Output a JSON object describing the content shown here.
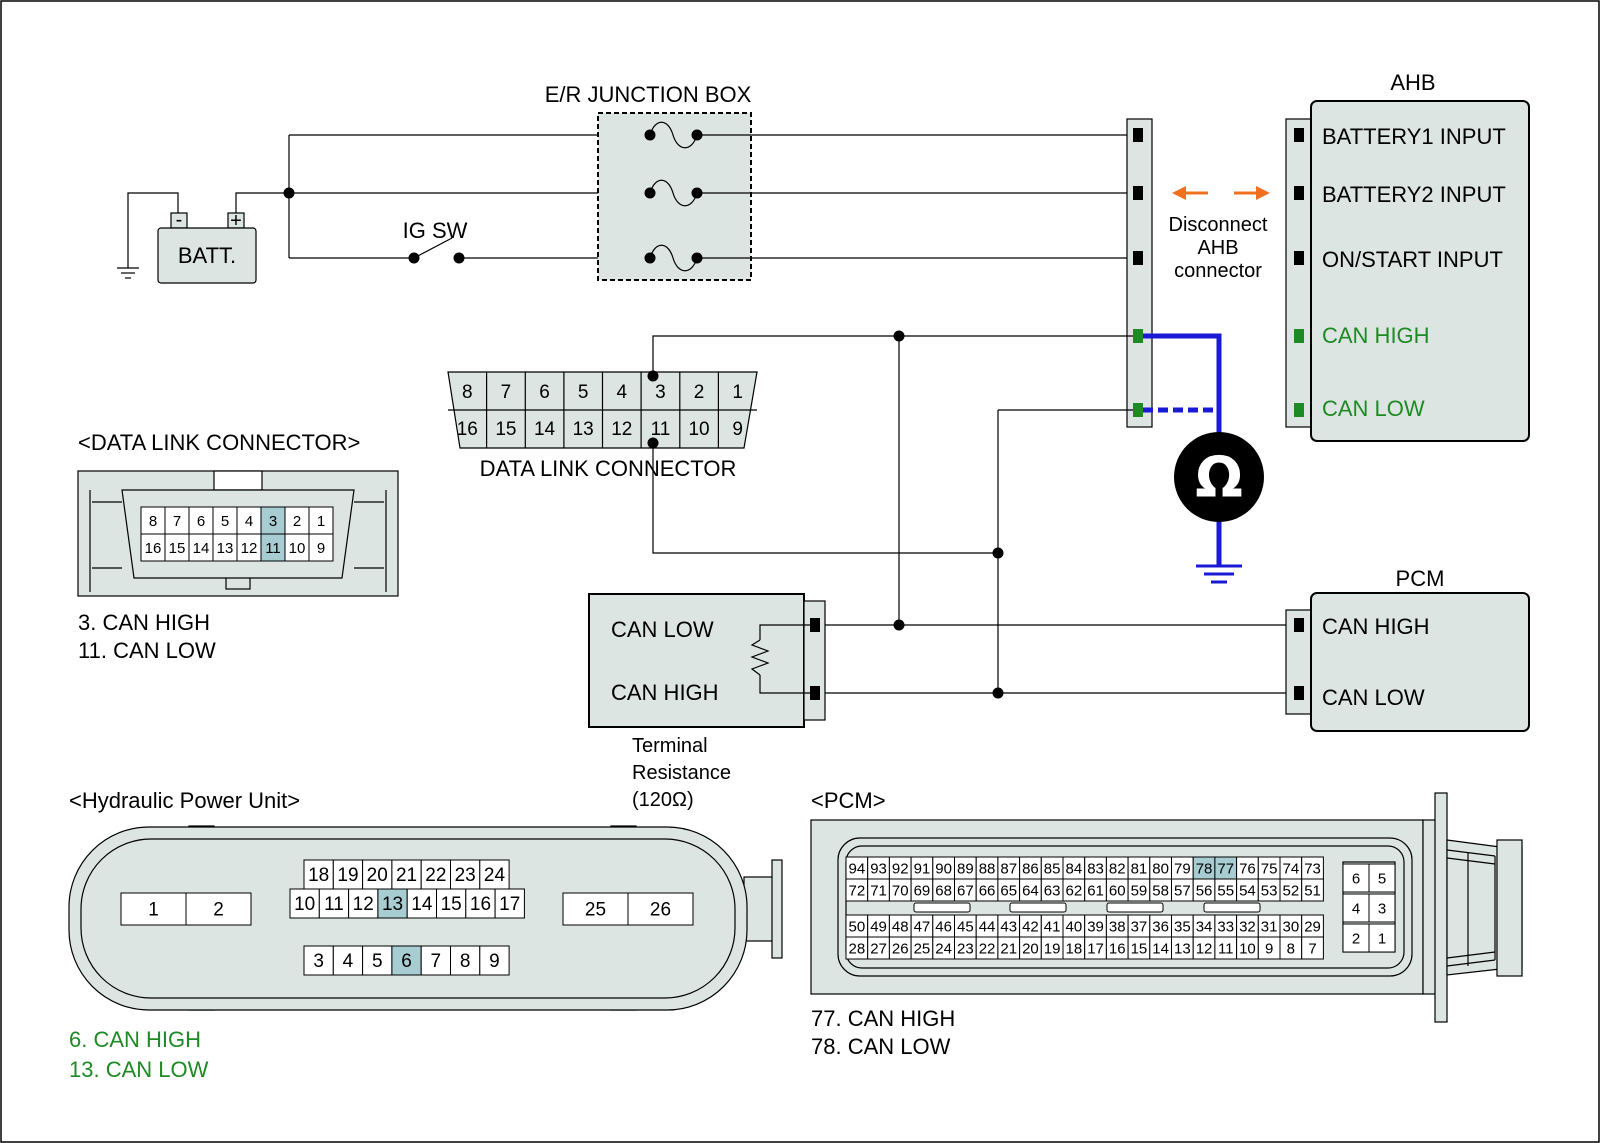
{
  "labels": {
    "er_junction_box": "E/R JUNCTION BOX",
    "batt": "BATT.",
    "batt_minus": "-",
    "batt_plus": "+",
    "ig_sw": "IG SW",
    "ahb_title": "AHB",
    "ahb_battery1": "BATTERY1 INPUT",
    "ahb_battery2": "BATTERY2 INPUT",
    "ahb_onstart": "ON/START INPUT",
    "ahb_can_high": "CAN HIGH",
    "ahb_can_low": "CAN LOW",
    "disconnect_line1": "Disconnect",
    "disconnect_line2": "AHB",
    "disconnect_line3": "connector",
    "ohm_symbol": "Ω",
    "dlc_center_title": "DATA LINK CONNECTOR",
    "dlc_left_title": "<DATA LINK CONNECTOR>",
    "dlc_note1": "3. CAN HIGH",
    "dlc_note2": "11. CAN LOW",
    "term_can_low": "CAN LOW",
    "term_can_high": "CAN HIGH",
    "term_line1": "Terminal",
    "term_line2": "Resistance",
    "term_line3": "(120Ω)",
    "pcm_title": "PCM",
    "pcm_can_high": "CAN HIGH",
    "pcm_can_low": "CAN LOW",
    "hpu_title": "<Hydraulic Power Unit>",
    "hpu_note1": "6. CAN HIGH",
    "hpu_note2": "13. CAN LOW",
    "pcm_conn_title": "<PCM>",
    "pcm_note1": "77. CAN HIGH",
    "pcm_note2": "78. CAN LOW"
  },
  "dlc_pins": {
    "top": [
      "8",
      "7",
      "6",
      "5",
      "4",
      "3",
      "2",
      "1"
    ],
    "bottom": [
      "16",
      "15",
      "14",
      "13",
      "12",
      "11",
      "10",
      "9"
    ]
  },
  "dlc_highlight": [
    "3",
    "11"
  ],
  "hpu_pins": {
    "left": [
      "1",
      "2"
    ],
    "row1": [
      "18",
      "19",
      "20",
      "21",
      "22",
      "23",
      "24"
    ],
    "row2": [
      "10",
      "11",
      "12",
      "13",
      "14",
      "15",
      "16",
      "17"
    ],
    "row3": [
      "3",
      "4",
      "5",
      "6",
      "7",
      "8",
      "9"
    ],
    "right": [
      "25",
      "26"
    ]
  },
  "hpu_highlight": [
    "6",
    "13"
  ],
  "pcm_pins": {
    "row1": [
      "94",
      "93",
      "92",
      "91",
      "90",
      "89",
      "88",
      "87",
      "86",
      "85",
      "84",
      "83",
      "82",
      "81",
      "80",
      "79",
      "78",
      "77",
      "76",
      "75",
      "74",
      "73"
    ],
    "row2": [
      "72",
      "71",
      "70",
      "69",
      "68",
      "67",
      "66",
      "65",
      "64",
      "63",
      "62",
      "61",
      "60",
      "59",
      "58",
      "57",
      "56",
      "55",
      "54",
      "53",
      "52",
      "51"
    ],
    "row3": [
      "50",
      "49",
      "48",
      "47",
      "46",
      "45",
      "44",
      "43",
      "42",
      "41",
      "40",
      "39",
      "38",
      "37",
      "36",
      "35",
      "34",
      "33",
      "32",
      "31",
      "30",
      "29"
    ],
    "row4": [
      "28",
      "27",
      "26",
      "25",
      "24",
      "23",
      "22",
      "21",
      "20",
      "19",
      "18",
      "17",
      "16",
      "15",
      "14",
      "13",
      "12",
      "11",
      "10",
      "9",
      "8",
      "7"
    ],
    "small": [
      [
        "6",
        "5"
      ],
      [
        "4",
        "3"
      ],
      [
        "2",
        "1"
      ]
    ]
  },
  "pcm_highlight": [
    "77",
    "78"
  ],
  "colors": {
    "box_fill": "#dde5e3",
    "highlight": "#a7ccd2",
    "can_green": "#1e8a24",
    "meter_blue": "#1a1ad6",
    "arrow_orange": "#f07020"
  }
}
